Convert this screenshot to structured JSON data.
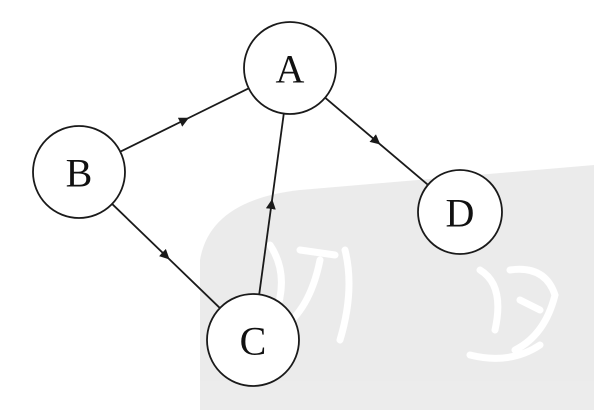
{
  "diagram": {
    "type": "directed-graph",
    "nodes": [
      {
        "id": "A",
        "label": "A"
      },
      {
        "id": "B",
        "label": "B"
      },
      {
        "id": "C",
        "label": "C"
      },
      {
        "id": "D",
        "label": "D"
      }
    ],
    "edges": [
      {
        "from": "B",
        "to": "A"
      },
      {
        "from": "A",
        "to": "D"
      },
      {
        "from": "B",
        "to": "C"
      },
      {
        "from": "C",
        "to": "A"
      }
    ]
  },
  "colors": {
    "stroke": "#1a1a1a",
    "node_fill": "#ffffff",
    "watermark": "#dcdcdc"
  }
}
